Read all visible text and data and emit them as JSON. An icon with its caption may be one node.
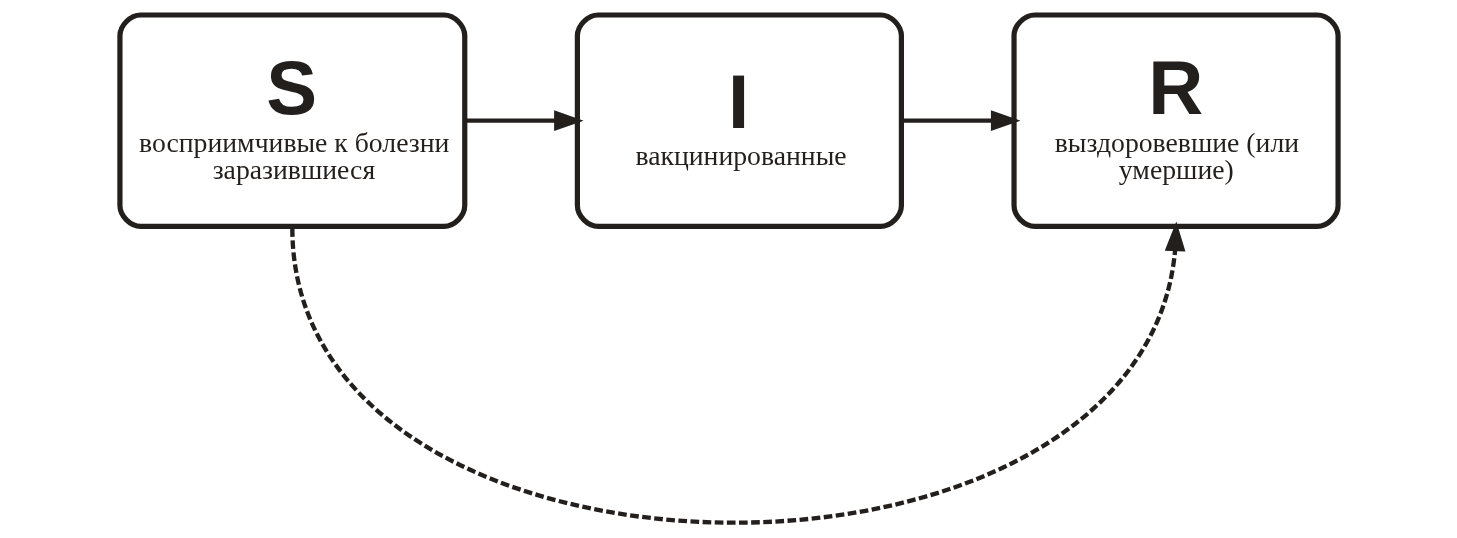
{
  "diagram": {
    "nodes": [
      {
        "text": [
          "S",
          "восприимчивые к болезни заразившиеся"
        ]
      },
      {
        "text": [
          "I",
          "вакцинированные"
        ]
      },
      {
        "text": [
          "R",
          "выздоровевшие (или умершие)"
        ]
      }
    ],
    "edges": [
      {
        "from": 0,
        "to": 1,
        "arrow": "to"
      },
      {
        "from": 1,
        "to": 2,
        "arrow": "to"
      },
      {
        "from": 0,
        "to": 2,
        "arrow": "to",
        "style": "dashed"
      }
    ]
  }
}
